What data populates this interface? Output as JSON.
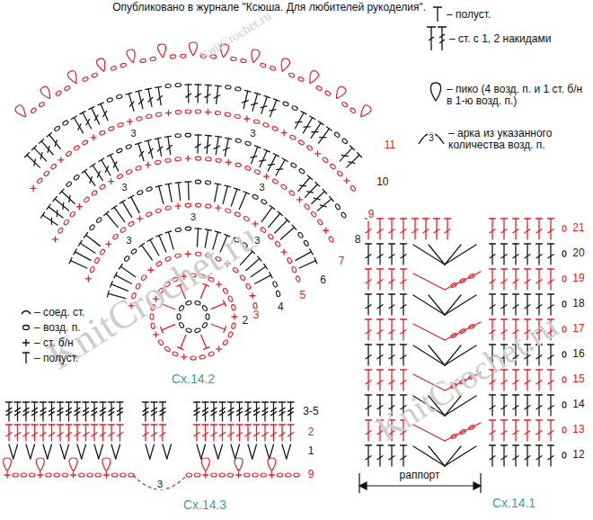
{
  "diagram": {
    "labels": [
      "Опубликовано в журнале \"Ксюша. Для любителей рукоделия\".",
      "2",
      "3",
      "4",
      "5",
      "6",
      "7",
      "8",
      "9",
      "10",
      "11",
      "Сх.14.2",
      "3-5",
      "2",
      "1",
      "9",
      "Сх.14.3",
      "21",
      "20",
      "19",
      "18",
      "17",
      "16",
      "15",
      "14",
      "13",
      "12",
      "раппорт",
      "Сх.14.1",
      "KnitCrochet.ru",
      "KnitCrochet.ru",
      "KnitCrochet.ru",
      "3",
      "3",
      "3",
      "3",
      "3",
      "3",
      "3",
      "3",
      "3"
    ],
    "legend": [
      {
        "text": "– полуст."
      },
      {
        "text": "– ст. с 1, 2 накидами"
      },
      {
        "text": "– пико (4 возд. п. и 1 ст. б/н в 1-ю возд. п.)"
      },
      {
        "text": "– арка из указанного количества возд. п."
      },
      {
        "text": "– соед. ст."
      },
      {
        "text": "– возд. п."
      },
      {
        "text": "– ст. б/н"
      },
      {
        "text": "– полуст."
      }
    ]
  }
}
